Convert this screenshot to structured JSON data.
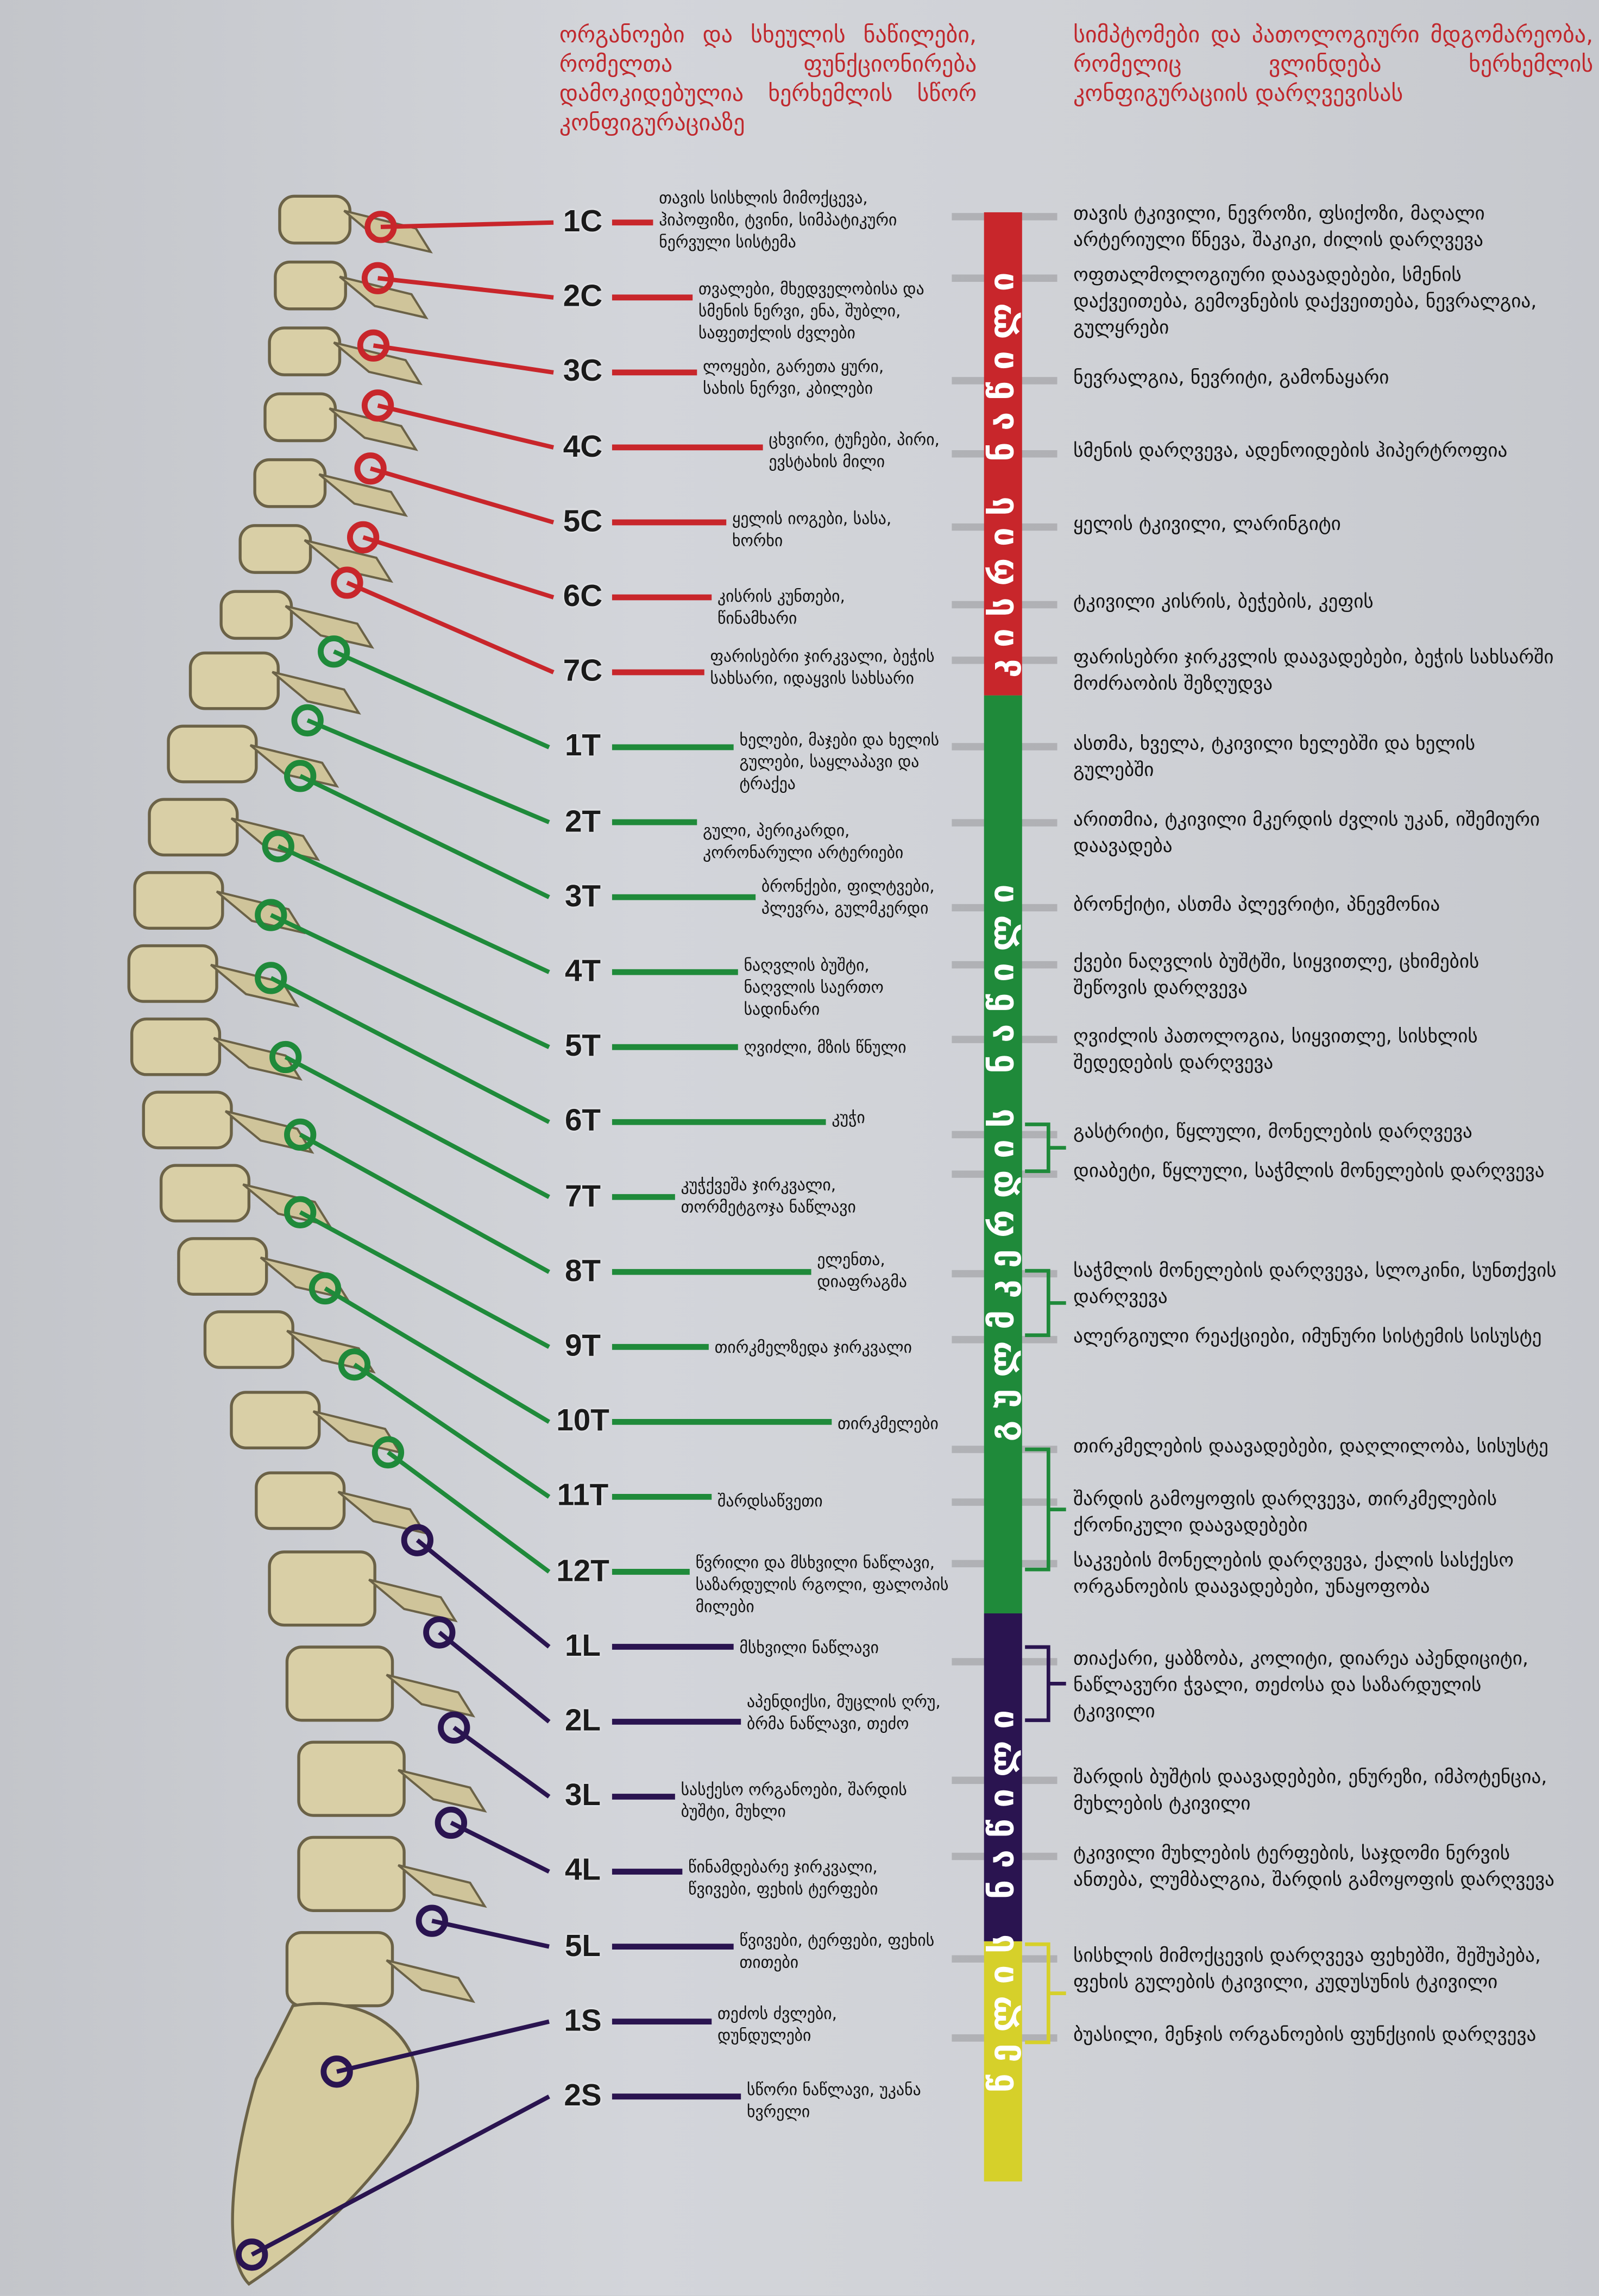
{
  "header": {
    "left": "ორგანოები და სხეულის ნაწილები, რომელთა ფუნქციონირება დამოკიდებულია ხერხემლის სწორ კონფიგურაციაზე",
    "right": "სიმპტომები და პათოლოგიური მდგომარეობა, რომელიც ვლინდება ხერხემლის კონფიგურაციის დარღვევისას"
  },
  "colors": {
    "cervical": "#c8262b",
    "thoracic": "#1f8a3a",
    "lumbar": "#2a1450",
    "sacral": "#d6d02a"
  },
  "sections": {
    "cervical": "კისრის ნაწილი",
    "thoracic": "გულმკერდის ნაწილი",
    "lumbar": "წელის ნაწილი"
  },
  "vertebrae": [
    {
      "label": "1C",
      "group": "cervical",
      "organs": "თავის სისხლის მიმოქცევა, ჰიპოფიზი, ტვინი, სიმპატიკური ნერვული სისტემა"
    },
    {
      "label": "2C",
      "group": "cervical",
      "organs": "თვალები, მხედველობისა და სმენის ნერვი, ენა, შუბლი, საფეთქლის ძვლები"
    },
    {
      "label": "3C",
      "group": "cervical",
      "organs": "ლოყები, გარეთა ყური, სახის ნერვი, კბილები"
    },
    {
      "label": "4C",
      "group": "cervical",
      "organs": "ცხვირი, ტუჩები, პირი, ევსტახის მილი"
    },
    {
      "label": "5C",
      "group": "cervical",
      "organs": "ყელის იოგები, სასა, ხორხი"
    },
    {
      "label": "6C",
      "group": "cervical",
      "organs": "კისრის კუნთები, წინამხარი"
    },
    {
      "label": "7C",
      "group": "cervical",
      "organs": "ფარისებრი ჯირკვალი, ბეჭის სახსარი, იდაყვის სახსარი"
    },
    {
      "label": "1T",
      "group": "thoracic",
      "organs": "ხელები, მაჯები და ხელის გულები, საყლაპავი და ტრაქეა"
    },
    {
      "label": "2T",
      "group": "thoracic",
      "organs": "გული, პერიკარდი, კორონარული არტერიები"
    },
    {
      "label": "3T",
      "group": "thoracic",
      "organs": "ბრონქები, ფილტვები, პლევრა, გულმკერდი"
    },
    {
      "label": "4T",
      "group": "thoracic",
      "organs": "ნაღვლის ბუშტი, ნაღვლის საერთო სადინარი"
    },
    {
      "label": "5T",
      "group": "thoracic",
      "organs": "ღვიძლი, მზის წნული"
    },
    {
      "label": "6T",
      "group": "thoracic",
      "organs": "კუჭი"
    },
    {
      "label": "7T",
      "group": "thoracic",
      "organs": "კუჭქვეშა ჯირკვალი, თორმეტგოჯა ნაწლავი"
    },
    {
      "label": "8T",
      "group": "thoracic",
      "organs": "ელენთა, დიაფრაგმა"
    },
    {
      "label": "9T",
      "group": "thoracic",
      "organs": "თირკმელზედა ჯირკვალი"
    },
    {
      "label": "10T",
      "group": "thoracic",
      "organs": "თირკმელები"
    },
    {
      "label": "11T",
      "group": "thoracic",
      "organs": "შარდსაწვეთი"
    },
    {
      "label": "12T",
      "group": "thoracic",
      "organs": "წვრილი და მსხვილი ნაწლავი, საზარდულის რგოლი, ფალოპის მილები"
    },
    {
      "label": "1L",
      "group": "lumbar",
      "organs": "მსხვილი ნაწლავი"
    },
    {
      "label": "2L",
      "group": "lumbar",
      "organs": "აპენდიქსი, მუცლის ღრუ, ბრმა ნაწლავი, თეძო"
    },
    {
      "label": "3L",
      "group": "lumbar",
      "organs": "სასქესო ორგანოები, შარდის ბუშტი, მუხლი"
    },
    {
      "label": "4L",
      "group": "lumbar",
      "organs": "წინამდებარე ჯირკვალი, წვივები, ფეხის ტერფები"
    },
    {
      "label": "5L",
      "group": "lumbar",
      "organs": "წვივები, ტერფები, ფეხის თითები"
    },
    {
      "label": "1S",
      "group": "sacral",
      "organs": "თეძოს ძვლები, დუნდულები"
    },
    {
      "label": "2S",
      "group": "sacral",
      "organs": "სწორი ნაწლავი, უკანა ხვრელი"
    }
  ],
  "symptoms": [
    "თავის ტკივილი, ნევროზი, ფსიქოზი, მაღალი არტერიული წნევა, შაკიკი, ძილის დარღვევა",
    "ოფთალმოლოგიური დაავადებები, სმენის დაქვეითება, გემოვნების დაქვეითება, ნევრალგია, გულყრები",
    "ნევრალგია, ნევრიტი, გამონაყარი",
    "სმენის დარღვევა, ადენოიდების ჰიპერტროფია",
    "ყელის ტკივილი, ლარინგიტი",
    "ტკივილი კისრის, ბეჭების, კეფის",
    "ფარისებრი ჯირკვლის დაავადებები, ბეჭის სახსარში მოძრაობის შეზღუდვა",
    "ასთმა, ხველა, ტკივილი ხელებში და ხელის გულებში",
    "არითმია, ტკივილი მკერდის ძვლის უკან, იშემიური დაავადება",
    "ბრონქიტი, ასთმა პლევრიტი, პნევმონია",
    "ქვები ნაღვლის ბუშტში, სიყვითლე, ცხიმების შეწოვის დარღვევა",
    "ღვიძლის პათოლოგია, სიყვითლე, სისხლის შედედების დარღვევა",
    "გასტრიტი, წყლული, მონელების დარღვევა",
    "დიაბეტი, წყლული, საჭმლის მონელების დარღვევა",
    "საჭმლის მონელების დარღვევა, სლოკინი, სუნთქვის დარღვევა",
    "ალერგიული რეაქციები, იმუნური სისტემის სისუსტე",
    "თირკმელების დაავადებები, დაღლილობა, სისუსტე",
    "შარდის გამოყოფის დარღვევა, თირკმელების ქრონიკული დაავადებები",
    "საკვების მონელების დარღვევა, ქალის სასქესო ორგანოების დაავადებები, უნაყოფობა",
    "თიაქარი, ყაბზობა, კოლიტი, დიარეა აპენდიციტი, ნაწლავური ჭვალი, თეძოსა და საზარდულის ტკივილი",
    "შარდის ბუშტის დაავადებები, ენურეზი, იმპოტენცია, მუხლების ტკივილი",
    "ტკივილი მუხლების ტერფების, საჯდომი ნერვის ანთება, ლუმბალგია, შარდის გამოყოფის დარღვევა",
    "სისხლის მიმოქცევის დარღვევა ფეხებში, შეშუპება, ფეხის გულების ტკივილი, კუდუსუნის ტკივილი",
    "ბუასილი, მენჯის ორგანოების ფუნქციის დარღვევა"
  ]
}
